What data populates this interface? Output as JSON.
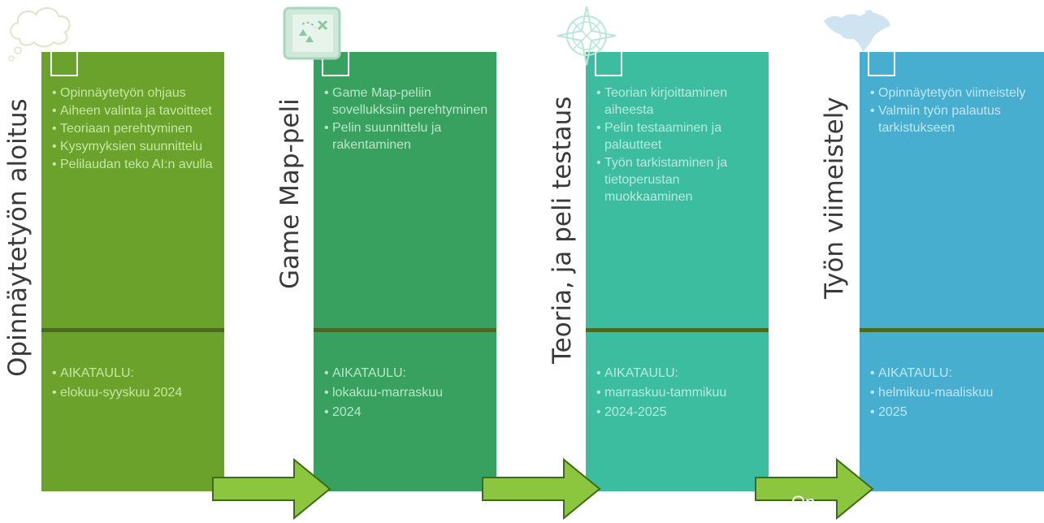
{
  "colors": {
    "p1": "#6aa22c",
    "p2": "#38a160",
    "p3": "#3dbd9f",
    "p4": "#48aecf",
    "text1": "#c6e7a4",
    "text2": "#b8e6c8",
    "text3": "#b6eadf",
    "text4": "#bfe6f2",
    "divider": "#4a6a22",
    "arrow": "#8cc63f",
    "arrow_border": "#3f6b17"
  },
  "phases": [
    {
      "title": "Opinnäytetyön aloitus",
      "icon": "cloud-icon",
      "items": [
        "Opinnäytetyön ohjaus",
        "Aiheen valinta ja tavoitteet",
        "Teoriaan perehtyminen",
        "Kysymyksien suunnittelu",
        "Pelilaudan teko AI:n avulla"
      ],
      "schedule": [
        "AIKATAULU:",
        "elokuu-syyskuu 2024"
      ]
    },
    {
      "title": "Game Map-peli",
      "icon": "treasure-map-icon",
      "items": [
        "Game Map-peliin sovellukksiin perehtyminen",
        "Pelin suunnittelu ja rakentaminen"
      ],
      "schedule": [
        "AIKATAULU:",
        "lokakuu-marraskuu",
        "2024"
      ]
    },
    {
      "title": "Teoria, ja peli testaus",
      "icon": "compass-icon",
      "items": [
        "Teorian kirjoittaminen aiheesta",
        "Pelin testaaminen ja palautteet",
        "Työn tarkistaminen ja tietoperustan muokkaaminen"
      ],
      "schedule": [
        "AIKATAULU:",
        "marraskuu-tammikuu",
        " 2024-2025"
      ]
    },
    {
      "title": "Työn viimeistely",
      "icon": "world-map-icon",
      "items": [
        "Opinnäytetyön viimeistely",
        "Valmiin työn palautus tarkistukseen"
      ],
      "schedule": [
        "AIKATAULU:",
        "helmikuu-maaliskuu",
        "2025"
      ]
    }
  ],
  "arrow_label": "On"
}
